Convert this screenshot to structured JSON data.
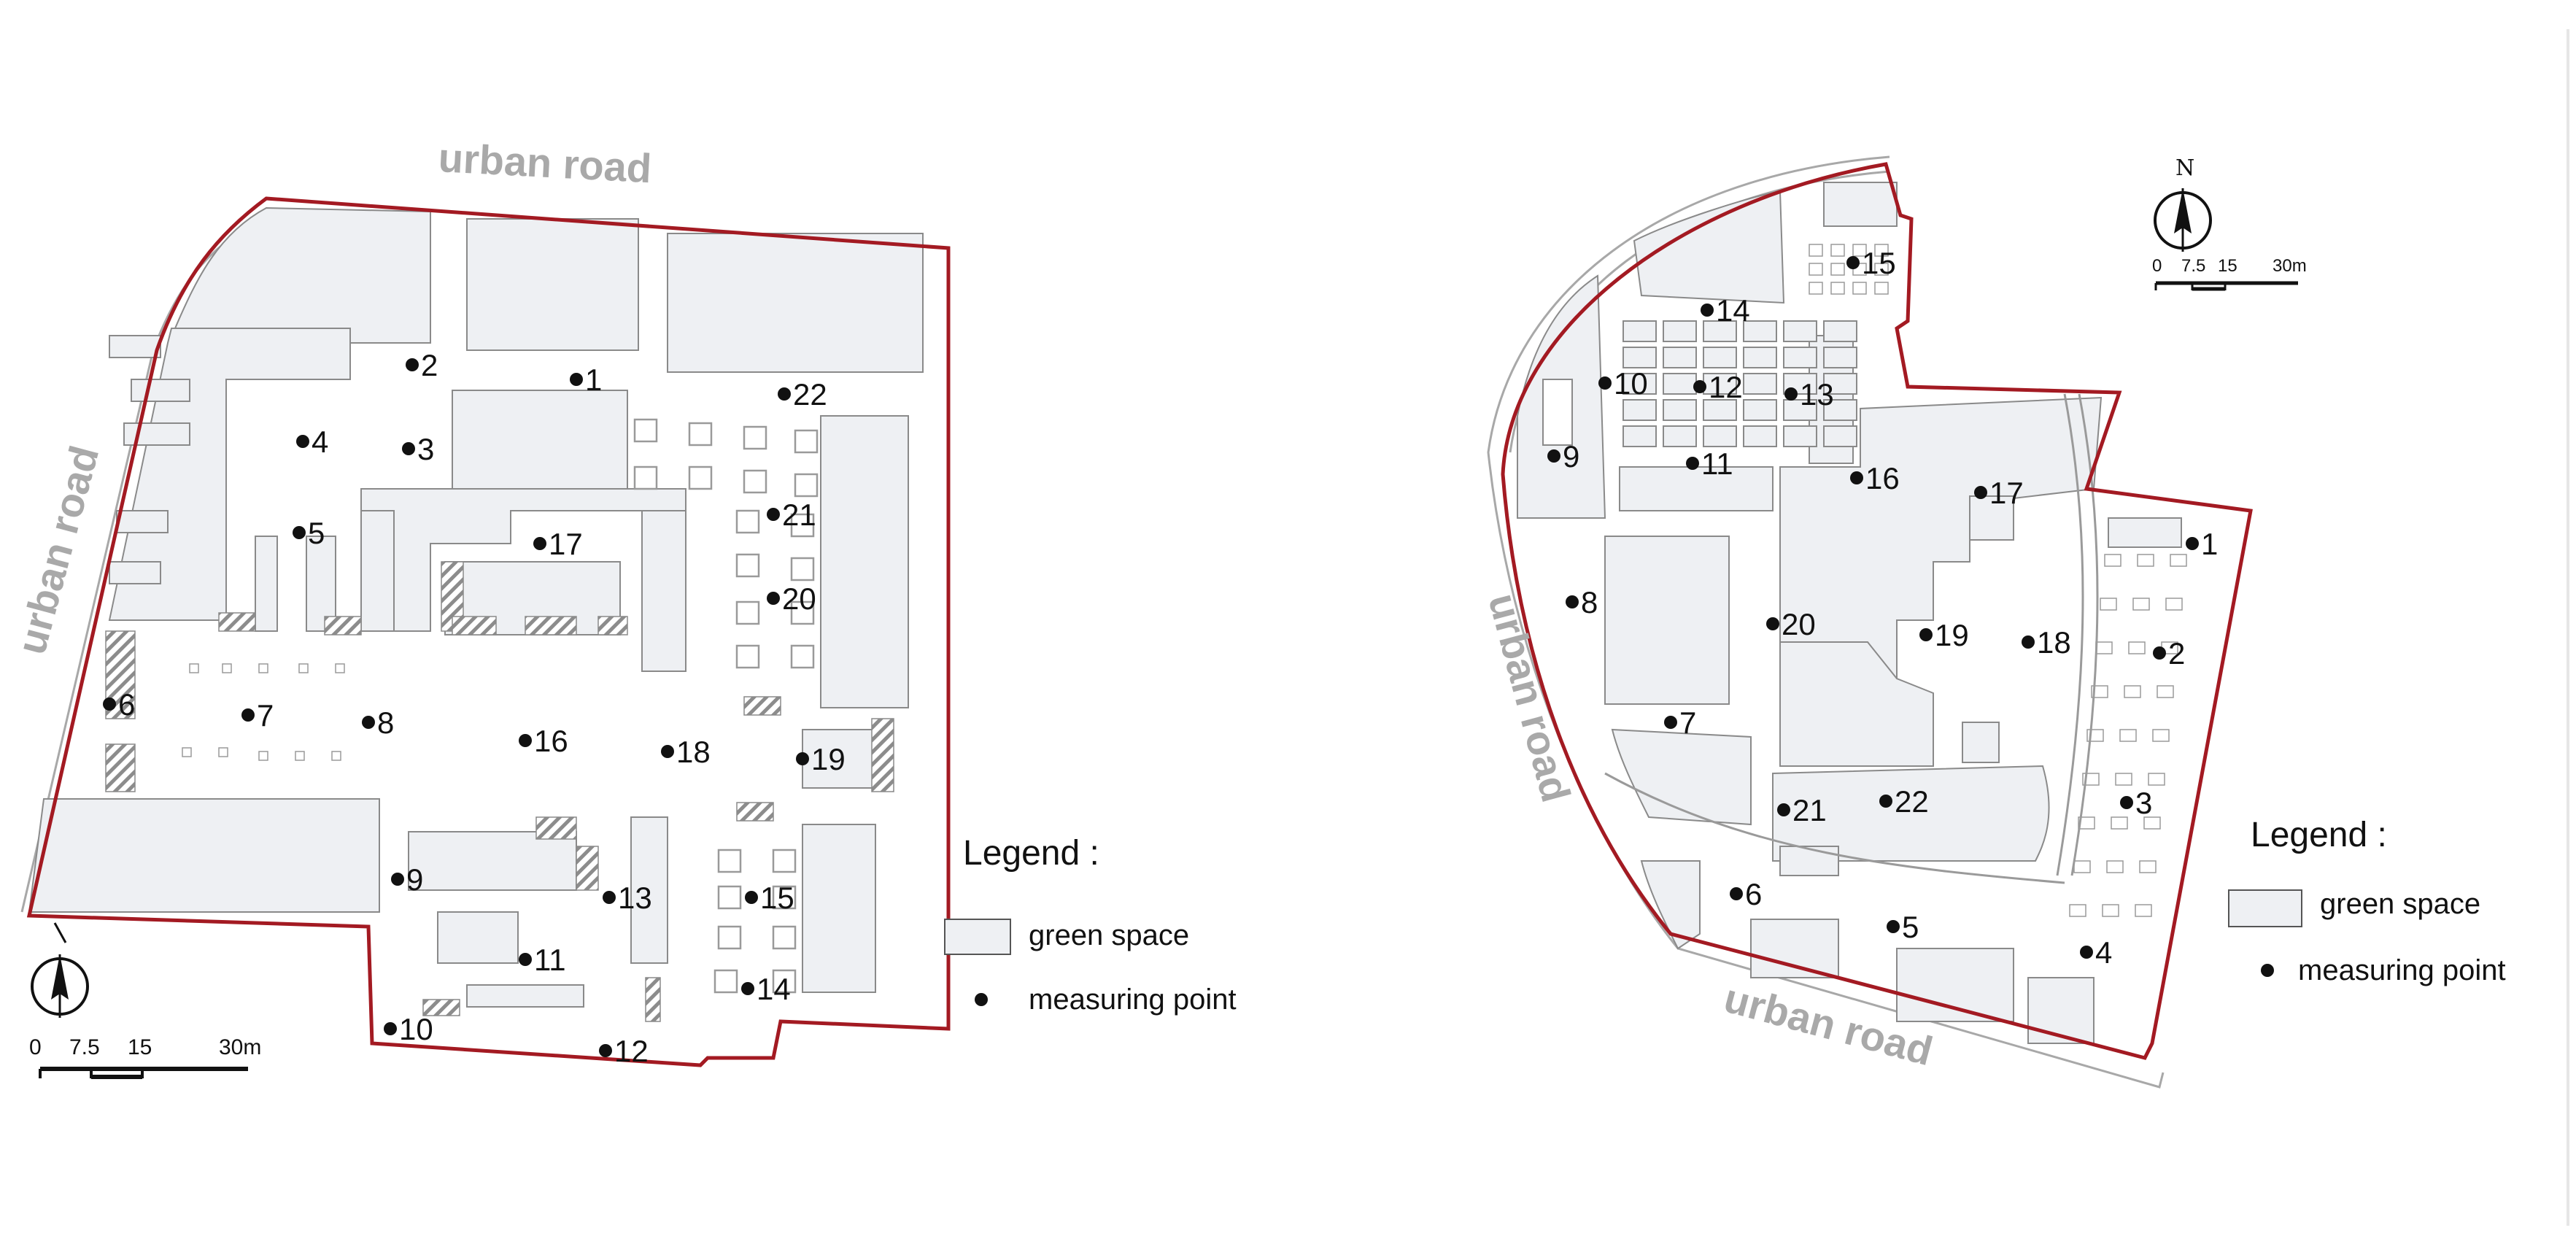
{
  "left_map": {
    "roads": [
      "urban road",
      "urban road"
    ],
    "points": [
      "1",
      "2",
      "3",
      "4",
      "5",
      "6",
      "7",
      "8",
      "9",
      "10",
      "11",
      "12",
      "13",
      "14",
      "15",
      "16",
      "17",
      "18",
      "19",
      "20",
      "21",
      "22"
    ],
    "legend": {
      "title": "Legend :",
      "green_space": "green space",
      "measuring_point": "measuring point"
    },
    "scale": {
      "ticks": [
        "0",
        "7.5",
        "15",
        "30m"
      ]
    },
    "north": ""
  },
  "right_map": {
    "roads": [
      "urban road",
      "urban road"
    ],
    "points": [
      "1",
      "2",
      "3",
      "4",
      "5",
      "6",
      "7",
      "8",
      "9",
      "10",
      "11",
      "12",
      "13",
      "14",
      "15",
      "16",
      "17",
      "18",
      "19",
      "20",
      "21",
      "22"
    ],
    "legend": {
      "title": "Legend :",
      "green_space": "green space",
      "measuring_point": "measuring point"
    },
    "scale": {
      "ticks": [
        "0",
        "7.5",
        "15",
        "30m"
      ]
    },
    "north": "N"
  },
  "colors": {
    "boundary": "#a31a22",
    "green_space": "#eef0f3",
    "road_label": "#a9a9a9"
  },
  "icons": [
    "north-arrow-icon",
    "scale-bar-icon",
    "measuring-point-icon"
  ]
}
